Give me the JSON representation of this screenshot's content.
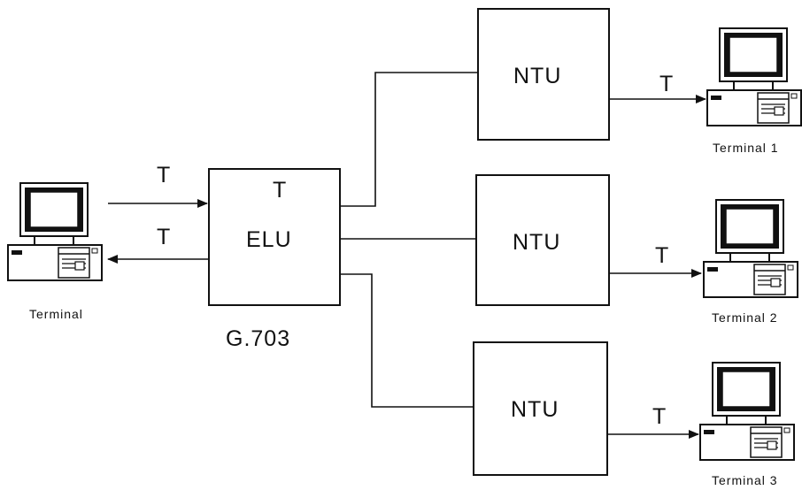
{
  "labels": {
    "elu_box": "ELU",
    "elu_inner_t": "T",
    "interface_label": "G.703",
    "ntu_1": "NTU",
    "ntu_2": "NTU",
    "ntu_3": "NTU",
    "t_in": "T",
    "t_out": "T",
    "t_ntu1": "T",
    "t_ntu2": "T",
    "t_ntu3": "T",
    "terminal_main": "Terminal",
    "terminal_1": "Terminal 1",
    "terminal_2": "Terminal 2",
    "terminal_3": "Terminal 3"
  },
  "icons": {
    "terminal": "desktop-computer-icon"
  },
  "colors": {
    "line": "#111111",
    "background": "#ffffff"
  }
}
